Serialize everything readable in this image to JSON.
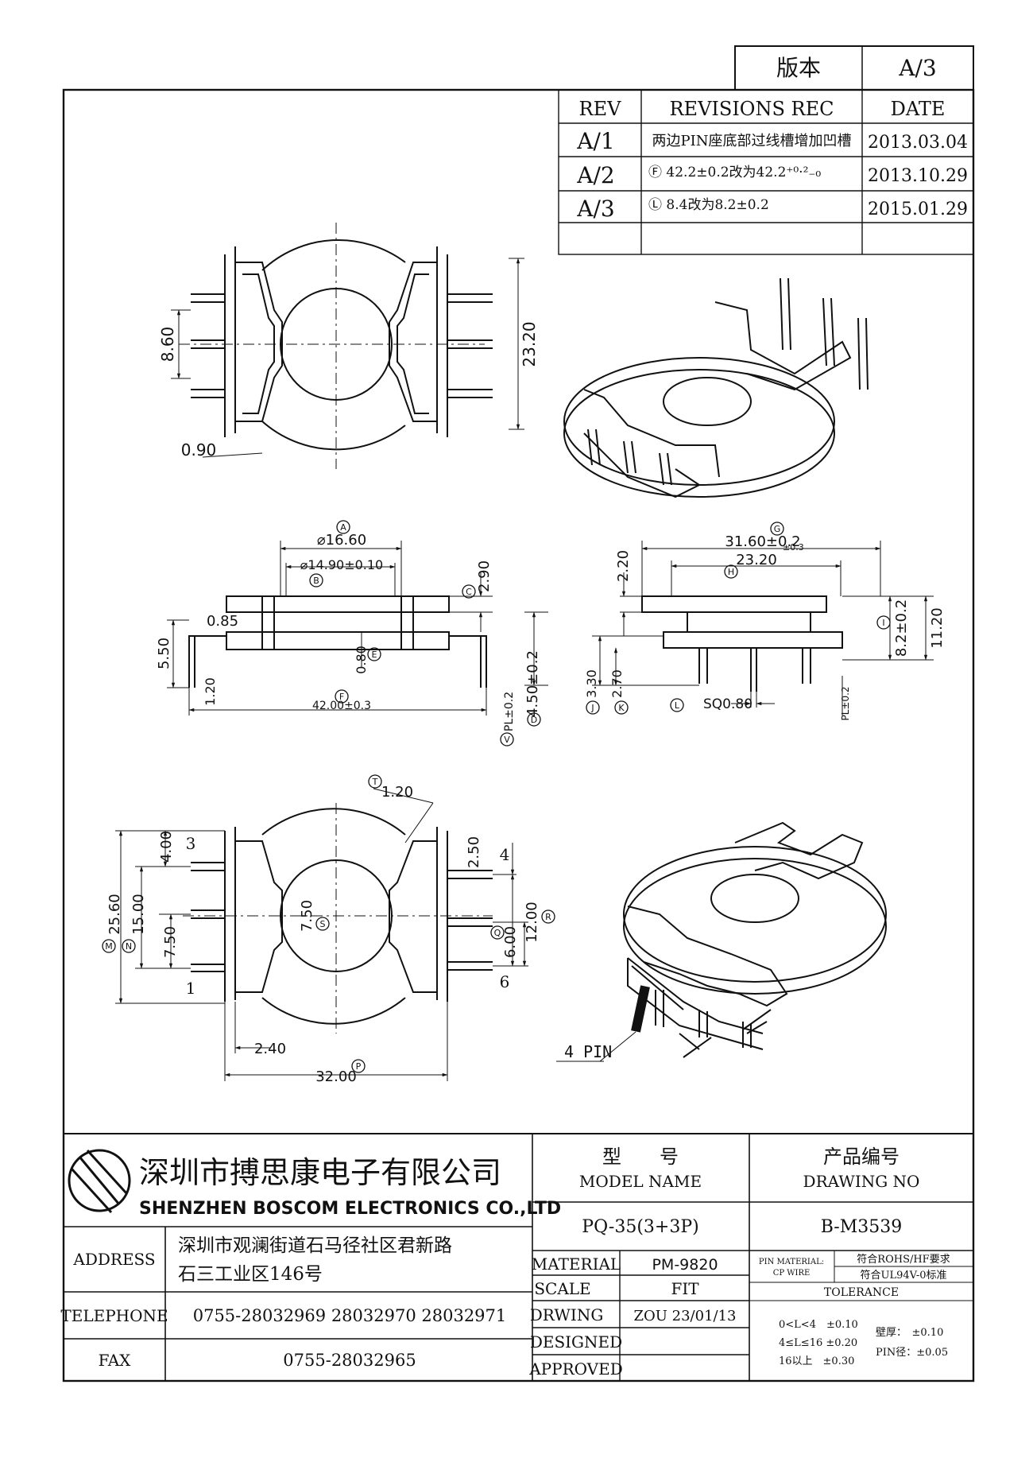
{
  "version": {
    "label": "版本",
    "value": "A/3"
  },
  "revisions": {
    "headers": {
      "rev": "REV",
      "rec": "REVISIONS REC",
      "date": "DATE"
    },
    "rows": [
      {
        "rev": "A/1",
        "rec": "两边PIN座底部过线槽增加凹槽",
        "date": "2013.03.04"
      },
      {
        "rev": "A/2",
        "rec": "Ⓕ 42.2±0.2改为42.2⁺⁰·²₋₀",
        "date": "2013.10.29"
      },
      {
        "rev": "A/3",
        "rec": "Ⓛ 8.4改为8.2±0.2",
        "date": "2015.01.29"
      },
      {
        "rev": "",
        "rec": "",
        "date": ""
      }
    ]
  },
  "views": {
    "top": {
      "d1": "8.60",
      "d2": "23.20",
      "d3": "0.90"
    },
    "front": {
      "a": "⌀16.60",
      "b": "⌀14.90±0.10",
      "c": "2.90",
      "d": "0.85",
      "e": "5.50",
      "f": "1.20",
      "g": "0.80",
      "h": "4.50±0.2",
      "i": "42.00±0.3",
      "j": "PL±0.2"
    },
    "side": {
      "a": "31.60±0.2",
      "a_tol": "±0.3",
      "b": "23.20",
      "c": "2.20",
      "d": "8.2±0.2",
      "e": "11.20",
      "f": "3.30",
      "g": "2.70",
      "h": "SQ0.80",
      "i": "PL±0.2"
    },
    "bottom": {
      "t": "1.20",
      "d1": "4.00",
      "d2": "25.60",
      "d3": "15.00",
      "d4": "7.50",
      "d5": "7.50",
      "d6": "2.50",
      "d7": "12.00",
      "d8": "6.00",
      "d9": "2.40",
      "d10": "32.00",
      "pin1": "1",
      "pin3": "3",
      "pin4": "4",
      "pin6": "6"
    },
    "iso": {
      "pin_label": "4 PIN"
    }
  },
  "circle_letters": {
    "A": "A",
    "B": "B",
    "C": "C",
    "D": "D",
    "E": "E",
    "F": "F",
    "G": "G",
    "H": "H",
    "I": "I",
    "J": "J",
    "K": "K",
    "L": "L",
    "M": "M",
    "N": "N",
    "P": "P",
    "Q": "Q",
    "R": "R",
    "S": "S",
    "T": "T",
    "V": "V"
  },
  "title_block": {
    "company_cn": "深圳市搏思康电子有限公司",
    "company_en": "SHENZHEN BOSCOM ELECTRONICS CO.,LTD",
    "model_cn": "型　　号",
    "model_en": "MODEL NAME",
    "drawing_cn": "产品编号",
    "drawing_en": "DRAWING NO",
    "model_value": "PQ-35(3+3P)",
    "drawing_value": "B-M3539",
    "address_label": "ADDRESS",
    "address_line1": "深圳市观澜街道石马径社区君新路",
    "address_line2": "石三工业区146号",
    "telephone_label": "TELEPHONE",
    "telephone_value": "0755-28032969 28032970 28032971",
    "fax_label": "FAX",
    "fax_value": "0755-28032965",
    "material_label": "MATERIAL",
    "material_value": "PM-9820",
    "scale_label": "SCALE",
    "scale_value": "FIT",
    "drwing_label": "DRWING",
    "drwing_value": "ZOU 23/01/13",
    "designed_label": "DESIGNED",
    "approved_label": "APPROVED",
    "pin_material": "PIN MATERIAL:",
    "cp_wire": "CP WIRE",
    "rohs": "符合ROHS/HF要求",
    "ul": "符合UL94V-0标准",
    "tolerance_label": "TOLERANCE",
    "tol1": "0<L<4　±0.10",
    "tol2": "4≤L≤16 ±0.20",
    "tol3": "16以上　±0.30",
    "wall": "壁厚：　±0.10",
    "pin_d": "PIN径：±0.05"
  }
}
